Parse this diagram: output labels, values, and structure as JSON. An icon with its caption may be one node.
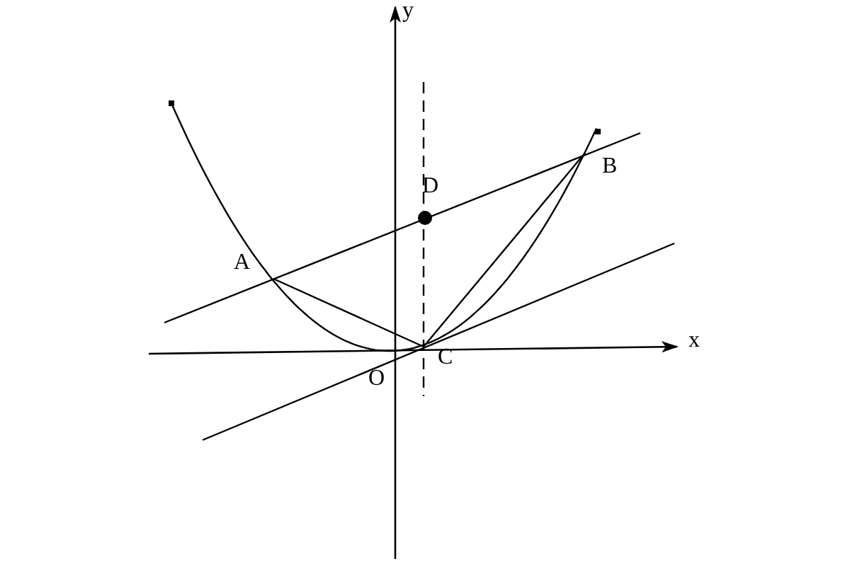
{
  "diagram": {
    "labels": [
      "y",
      "D",
      "B",
      "A",
      "x",
      "C",
      "O"
    ]
  }
}
